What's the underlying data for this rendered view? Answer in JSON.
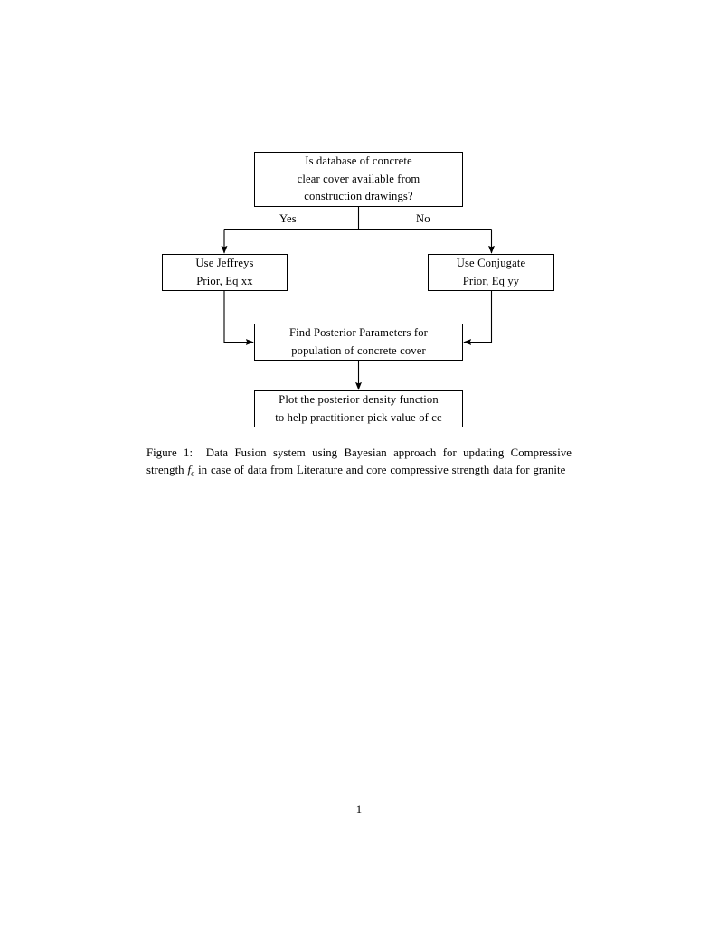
{
  "document": {
    "page_number": "1"
  },
  "figure": {
    "nodes": {
      "question": {
        "line1": "Is database of concrete",
        "line2": "clear cover available from",
        "line3": "construction drawings?"
      },
      "jeffreys": {
        "line1": "Use Jeffreys",
        "line2": "Prior, Eq xx"
      },
      "conjugate": {
        "line1": "Use Conjugate",
        "line2": "Prior, Eq yy"
      },
      "posterior": {
        "line1": "Find Posterior Parameters for",
        "line2": "population of concrete cover"
      },
      "plot": {
        "line1": "Plot the posterior density function",
        "line2": "to help practitioner pick value of cc"
      }
    },
    "edge_labels": {
      "yes": "Yes",
      "no": "No"
    },
    "colors": {
      "stroke": "#000000",
      "fill": "#ffffff",
      "text": "#000000"
    }
  },
  "caption": {
    "label": "Figure 1:",
    "text_before_math": "Data Fusion system using Bayesian approach for updating Compressive strength",
    "math_base": "f",
    "math_sub": "c",
    "text_after_math": "in case of data from Literature and core compressive strength data for granite"
  }
}
